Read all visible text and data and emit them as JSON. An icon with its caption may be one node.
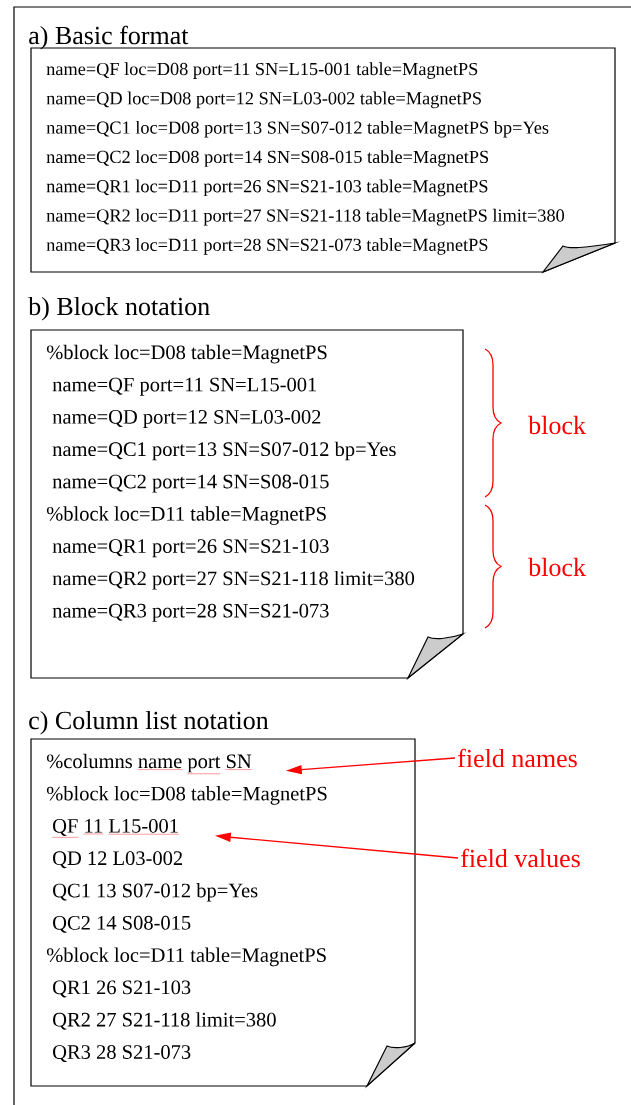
{
  "diagram": {
    "nodes": [
      {
        "text": [
          "a) Basic format",
          "name=QF loc=D08 port=11 SN=L15-001 table=MagnetPS",
          "name=QD loc=D08 port=12 SN=L03-002 table=MagnetPS",
          "name=QC1 loc=D08 port=13 SN=S07-012 table=MagnetPS bp=Yes",
          "name=QC2 loc=D08 port=14 SN=S08-015 table=MagnetPS",
          "name=QR1 loc=D11 port=26 SN=S21-103 table=MagnetPS",
          "name=QR2 loc=D11 port=27 SN=S21-118 table=MagnetPS limit=380",
          "name=QR3 loc=D11 port=28 SN=S21-073 table=MagnetPS"
        ]
      },
      {
        "text": [
          "b) Block notation",
          "%block loc=D08 table=MagnetPS",
          "name=QF port=11 SN=L15-001",
          "name=QD port=12 SN=L03-002",
          "name=QC1 port=13 SN=S07-012 bp=Yes",
          "name=QC2 port=14 SN=S08-015",
          "%block loc=D11 table=MagnetPS",
          "name=QR1 port=26 SN=S21-103",
          "name=QR2 port=27 SN=S21-118 limit=380",
          "name=QR3 port=28 SN=S21-073"
        ]
      },
      {
        "text": [
          "c) Column list notation",
          "%columns name port SN",
          "%block loc=D08 table=MagnetPS",
          "QF 11 L15-001",
          "QD 12 L03-002",
          "QC1 13 S07-012 bp=Yes",
          "QC2 14 S08-015",
          "%block loc=D11 table=MagnetPS",
          "QR1 26 S21-103",
          "QR2 27 S21-118 limit=380",
          "QR3 28 S21-073"
        ]
      },
      {
        "text": [
          "field names"
        ]
      },
      {
        "text": [
          "field values"
        ]
      }
    ],
    "edges": [
      {
        "from": 3,
        "to": 2,
        "arrow": "to"
      },
      {
        "from": 4,
        "to": 2,
        "arrow": "to"
      }
    ],
    "labels": [
      "block",
      "block"
    ]
  }
}
